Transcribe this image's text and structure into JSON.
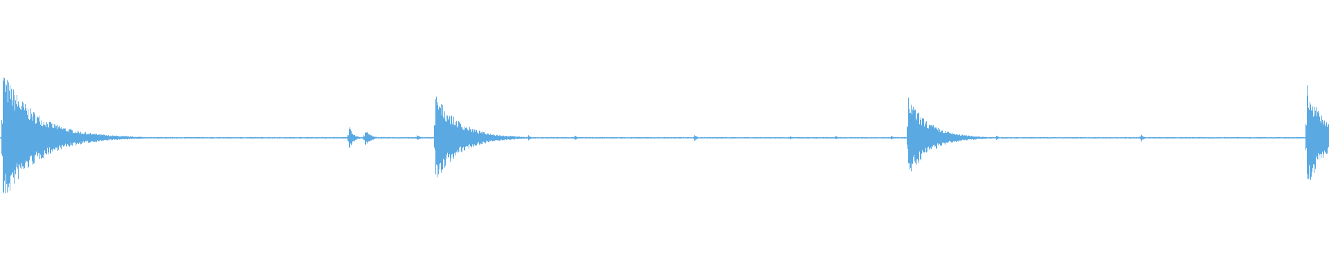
{
  "waveform": {
    "color": "#5aa9e2",
    "background": "#ffffff",
    "duration_fraction_note": "",
    "transients": [
      {
        "t": 0.002,
        "amp": 1.0,
        "decay": 0.025
      },
      {
        "t": 0.2625,
        "amp": 0.2,
        "decay": 0.003
      },
      {
        "t": 0.2745,
        "amp": 0.13,
        "decay": 0.004
      },
      {
        "t": 0.3135,
        "amp": 0.04,
        "decay": 0.003
      },
      {
        "t": 0.3275,
        "amp": 0.66,
        "decay": 0.018
      },
      {
        "t": 0.3865,
        "amp": 0.04,
        "decay": 0.002
      },
      {
        "t": 0.3975,
        "amp": 0.04,
        "decay": 0.002
      },
      {
        "t": 0.4325,
        "amp": 0.04,
        "decay": 0.002
      },
      {
        "t": 0.5225,
        "amp": 0.05,
        "decay": 0.002
      },
      {
        "t": 0.5945,
        "amp": 0.03,
        "decay": 0.002
      },
      {
        "t": 0.6285,
        "amp": 0.03,
        "decay": 0.002
      },
      {
        "t": 0.6705,
        "amp": 0.03,
        "decay": 0.002
      },
      {
        "t": 0.6835,
        "amp": 0.6,
        "decay": 0.016
      },
      {
        "t": 0.7495,
        "amp": 0.04,
        "decay": 0.002
      },
      {
        "t": 0.8585,
        "amp": 0.06,
        "decay": 0.002
      },
      {
        "t": 0.9835,
        "amp": 0.82,
        "decay": 0.012
      }
    ],
    "noise_floor": 0.012,
    "seed": 7
  }
}
